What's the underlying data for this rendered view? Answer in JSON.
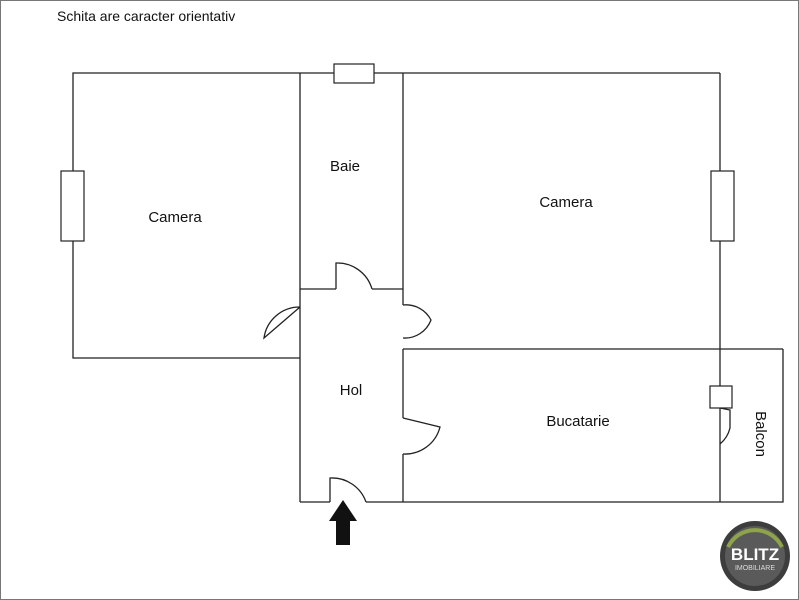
{
  "note": "Schita are caracter orientativ",
  "rooms": {
    "camera_left": "Camera",
    "baie": "Baie",
    "camera_right": "Camera",
    "hol": "Hol",
    "bucatarie": "Bucatarie",
    "balcon": "Balcon"
  },
  "logo": {
    "name": "BLITZ",
    "sub": "IMOBILIARE",
    "ring_color": "#3d3d3d",
    "accent_color": "#8fa34a"
  }
}
